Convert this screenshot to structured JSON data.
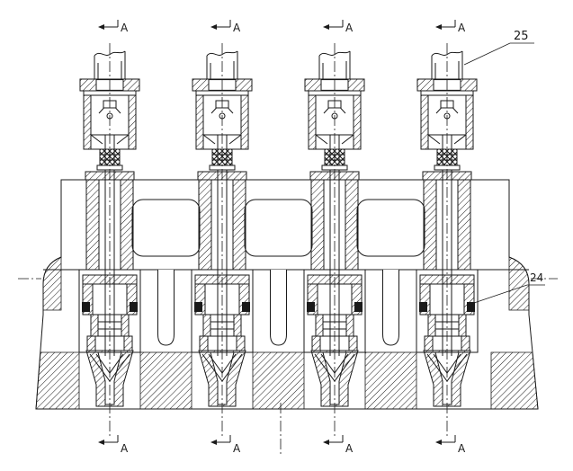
{
  "drawing": {
    "type": "sectional technical drawing, four identical injector/valve units",
    "section_markers": {
      "label": "A"
    },
    "part_labels": {
      "upper": "25",
      "lower": "24"
    },
    "colors": {
      "line": "#1a1a1a",
      "background": "#ffffff",
      "hatch": "#555555"
    }
  }
}
